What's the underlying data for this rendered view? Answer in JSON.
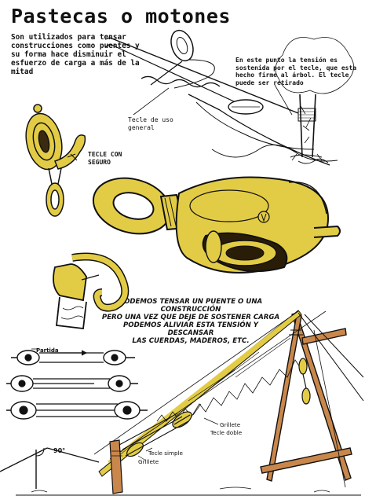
{
  "title": "Pastecas o motones",
  "intro": "Son utilizados para tensar construcciones como puentes y su forma hace disminuir el esfuerzo de carga a más de la mitad",
  "note_tree": "En este punto la tensión es sostenida por el tecle, que esta hecho firme al árbol. El tecle puede ser retirado",
  "labels": {
    "tecle_general": "Tecle de uso\ngeneral",
    "tecle_seguro": "TECLE CON\nSEGURO",
    "partida": "Partida",
    "grillete_top": "Grillete",
    "tecle_doble": "Tecle doble",
    "tecle_simple": "Tecle simple",
    "grillete_bottom": "Grillete",
    "angle": "90°"
  },
  "caption": "PODEMOS TENSAR UN PUENTE O UNA CONSTRUCCIÓN\nPERO UNA VEZ QUE DEJE DE SOSTENER CARGA\nPODEMOS ALIVIAR ESTA TENSIÓN Y DESCANSAR\nLAS CUERDAS, MADEROS, ETC.",
  "colors": {
    "yellow": "#e3cc45",
    "wood": "#c9874b",
    "ink": "#111111",
    "background": "#ffffff"
  }
}
